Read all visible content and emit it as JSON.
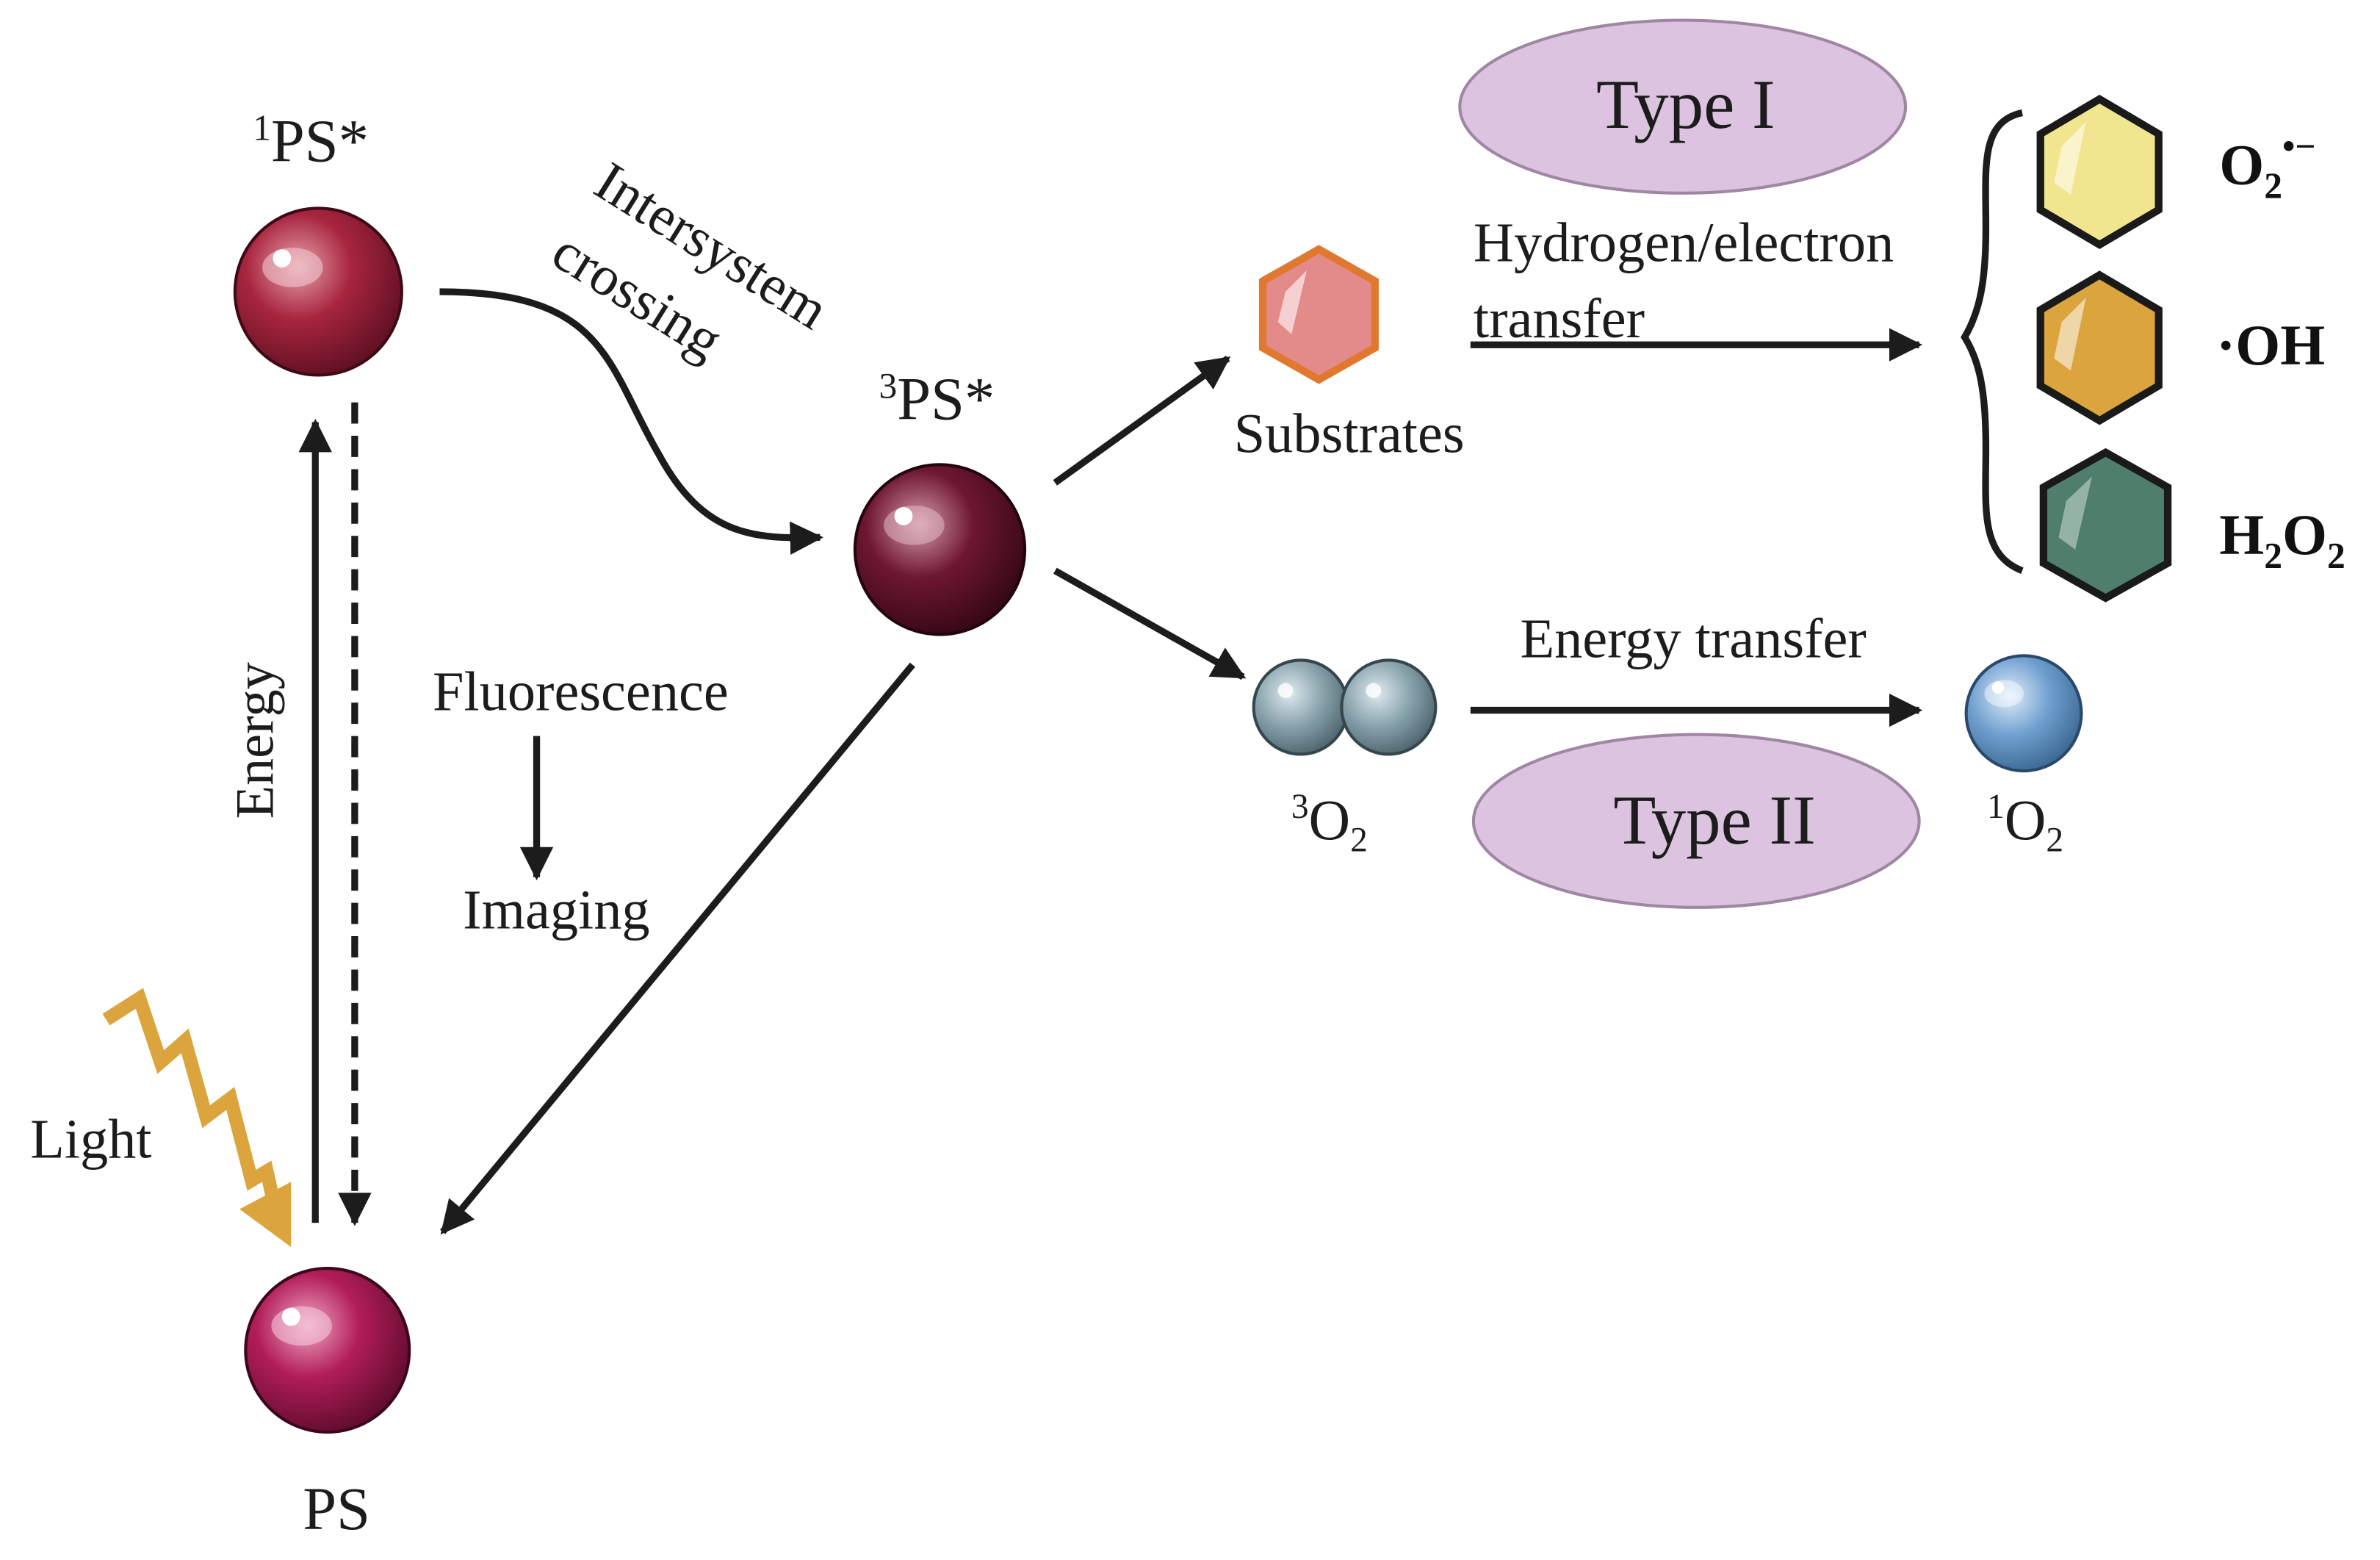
{
  "diagram": {
    "nodes": {
      "ps_singlet": {
        "prefix": "1",
        "label": "PS*"
      },
      "ps_triplet": {
        "prefix": "3",
        "label": "PS*"
      },
      "ps_ground": {
        "label": "PS"
      },
      "oxygen_triplet": {
        "base": "O",
        "prefix": "3",
        "sub": "2"
      },
      "oxygen_singlet": {
        "base": "O",
        "prefix": "1",
        "sub": "2"
      },
      "substrates": {
        "label": "Substrates"
      }
    },
    "edges": {
      "intersystem_crossing": {
        "line1": "Intersystem",
        "line2": "crossing"
      },
      "energy": {
        "label": "Energy"
      },
      "fluorescence": {
        "label": "Fluorescence"
      },
      "imaging": {
        "label": "Imaging"
      },
      "light": {
        "label": "Light"
      },
      "hydrogen_electron_transfer": {
        "line1": "Hydrogen/electron",
        "line2": "transfer"
      },
      "energy_transfer": {
        "label": "Energy transfer"
      }
    },
    "mechanisms": {
      "type_one": {
        "label": "Type I"
      },
      "type_two": {
        "label": "Type II"
      }
    },
    "products": {
      "superoxide": {
        "base": "O",
        "sub": "2",
        "sup": "•−",
        "color": "#f1e68f"
      },
      "hydroxyl": {
        "label": "·OH",
        "color": "#dca43d"
      },
      "peroxide": {
        "a": "H",
        "s1": "2",
        "b": "O",
        "s2": "2",
        "color": "#4f7f6c"
      }
    },
    "colors": {
      "ps_singlet": "#a8253f",
      "ps_triplet": "#6e1731",
      "ps_ground": "#b21d58",
      "oxygen_triplet": "#8aa4ae",
      "oxygen_singlet": "#6f9fcf",
      "substrate": "#e38a8a",
      "substrate_outline": "#e0782f",
      "light_bolt": "#dca43d",
      "type_ellipse": "#dcc3df"
    }
  }
}
